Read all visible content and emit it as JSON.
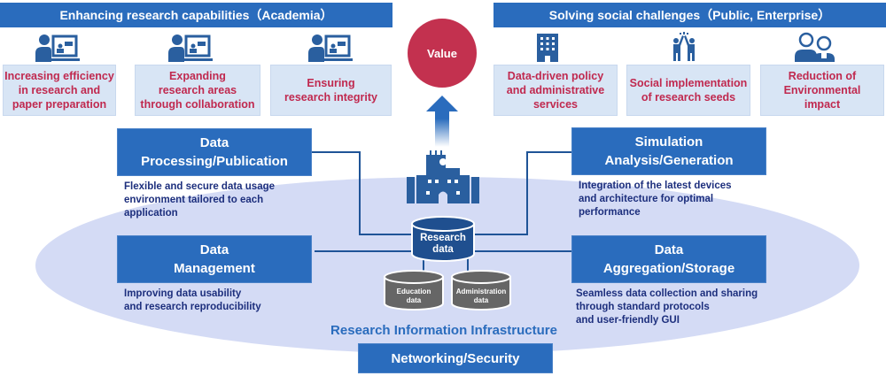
{
  "academia": {
    "header": "Enhancing research capabilities（Academia）",
    "items": [
      {
        "icon": "researcher-at-screen-icon",
        "label": "Increasing efficiency\nin research and\npaper preparation"
      },
      {
        "icon": "researcher-at-screen-icon",
        "label": "Expanding\nresearch areas\nthrough collaboration"
      },
      {
        "icon": "researcher-at-screen-icon",
        "label": "Ensuring\nresearch integrity"
      }
    ]
  },
  "society": {
    "header": "Solving social challenges（Public, Enterprise）",
    "items": [
      {
        "icon": "office-building-icon",
        "label": "Data-driven policy\nand administrative\nservices"
      },
      {
        "icon": "high-five-icon",
        "label": "Social implementation\nof research seeds"
      },
      {
        "icon": "two-people-icon",
        "label": "Reduction of\nEnvironmental\nimpact"
      }
    ]
  },
  "value_label": "Value",
  "functions": {
    "processing": {
      "title": "Data\nProcessing/Publication",
      "desc": "Flexible and secure data usage\nenvironment tailored to each\napplication"
    },
    "simulation": {
      "title": "Simulation\nAnalysis/Generation",
      "desc": "Integration of the latest devices\nand architecture for optimal\nperformance"
    },
    "management": {
      "title": "Data\nManagement",
      "desc": "Improving data usability\nand research reproducibility"
    },
    "aggregation": {
      "title": "Data\nAggregation/Storage",
      "desc": "Seamless data collection and sharing\nthrough standard protocols\n and user-friendly GUI"
    }
  },
  "databases": {
    "research": "Research\ndata",
    "education": "Education\ndata",
    "administration": "Administration\ndata"
  },
  "infrastructure_label": "Research Information Infrastructure",
  "networking_label": "Networking/Security",
  "colors": {
    "primary_blue": "#2a6cbd",
    "accent_red": "#c3314f",
    "goal_bg": "#d8e5f5",
    "ellipse_bg": "#d4dbf5",
    "db_gray": "#666666",
    "db_dark_blue": "#1f4f8f"
  }
}
